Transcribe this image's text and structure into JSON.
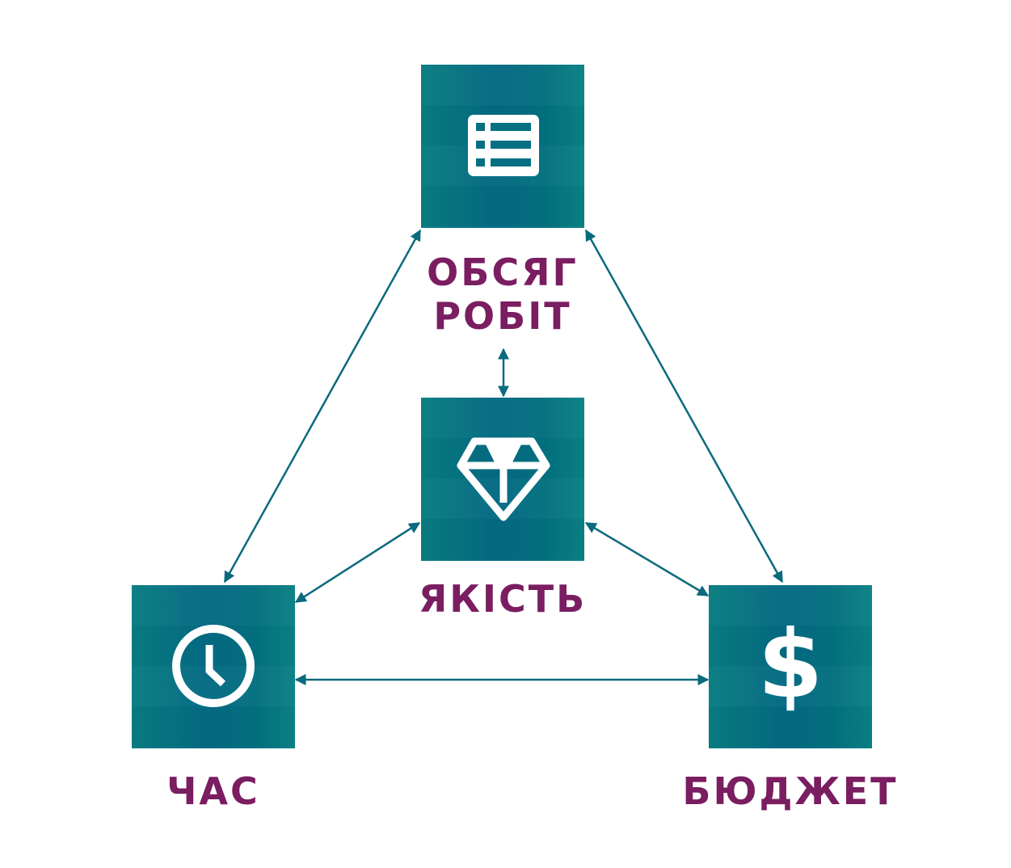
{
  "colors": {
    "box": "#046a84",
    "label": "#7a1d61",
    "connector": "#0b6a7e"
  },
  "nodes": {
    "scope": {
      "icon": "list-icon",
      "label_line1": "ОБСЯГ",
      "label_line2": "РОБІТ"
    },
    "quality": {
      "icon": "diamond-icon",
      "label": "ЯКІСТЬ"
    },
    "time": {
      "icon": "clock-icon",
      "label": "ЧАС"
    },
    "budget": {
      "icon": "dollar-icon",
      "label": "БЮДЖЕТ"
    }
  }
}
